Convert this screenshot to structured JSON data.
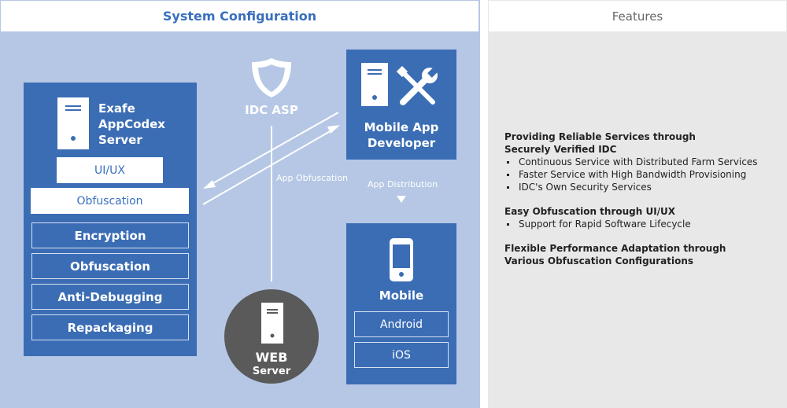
{
  "headers": {
    "left": "System Configuration",
    "right": "Features"
  },
  "server": {
    "title_lines": [
      "Exafe",
      "AppCodex",
      "Server"
    ],
    "ui_button": "UI/UX",
    "obfuscation_button": "Obfuscation",
    "modules": [
      "Encryption",
      "Obfuscation",
      "Anti-Debugging",
      "Repackaging"
    ]
  },
  "idc": {
    "label": "IDC ASP"
  },
  "developer": {
    "label_lines": [
      "Mobile App",
      "Developer"
    ]
  },
  "flows": {
    "app_obfuscation": "App Obfuscation",
    "app_distribution": "App Distribution"
  },
  "mobile": {
    "label": "Mobile",
    "platforms": [
      "Android",
      "iOS"
    ]
  },
  "web_server": {
    "line1": "WEB",
    "line2": "Server"
  },
  "features": {
    "sections": [
      {
        "heading_lines": [
          "Providing Reliable Services through",
          "Securely Verified IDC"
        ],
        "bullets": [
          "Continuous Service with Distributed Farm Services",
          "Faster Service with High Bandwidth Provisioning",
          "IDC's Own Security Services"
        ]
      },
      {
        "heading_lines": [
          "Easy Obfuscation through UI/UX"
        ],
        "bullets": [
          "Support for Rapid Software Lifecycle"
        ]
      },
      {
        "heading_lines": [
          "Flexible Performance Adaptation through",
          "Various Obfuscation Configurations"
        ],
        "bullets": []
      }
    ]
  },
  "colors": {
    "panel_bg": "#b5c7e5",
    "box_blue": "#3b6db5",
    "accent_text": "#3a6fbf",
    "features_bg": "#e8e8e8",
    "web_circle": "#5a5a5a"
  },
  "icons": [
    "server-icon",
    "shield-icon",
    "wrench-screwdriver-icon",
    "smartphone-icon",
    "arrow-down-icon"
  ]
}
